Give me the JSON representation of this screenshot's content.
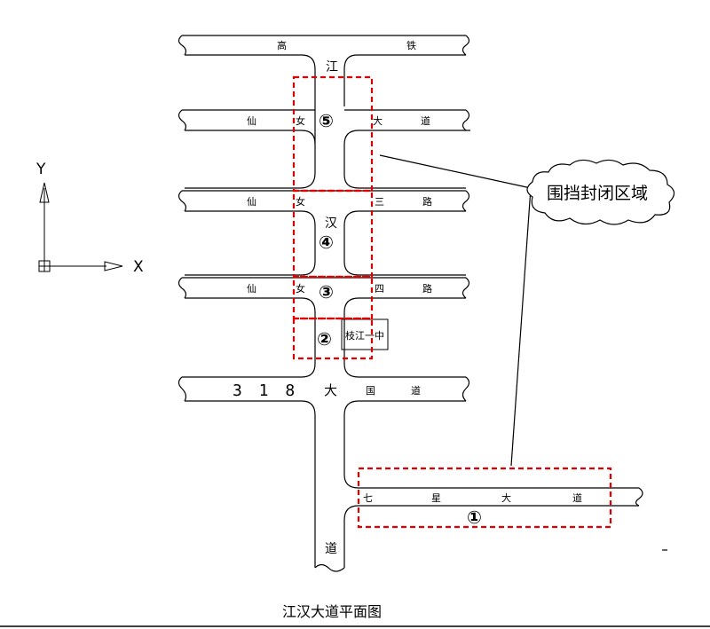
{
  "title": "江汉大道平面图",
  "callout": "围挡封闭区域",
  "axes": {
    "y_label": "Y",
    "x_label": "X"
  },
  "roads": {
    "r1_left": "高",
    "r1_right": "铁",
    "jiang_label": "江",
    "r2_left1": "仙",
    "r2_left2": "女",
    "r2_right1": "大",
    "r2_right2": "道",
    "r3_left1": "仙",
    "r3_left2": "女",
    "han_label": "汉",
    "r3_right1": "三",
    "r3_right2": "路",
    "r4_left1": "仙",
    "r4_left2": "女",
    "r4_right1": "四",
    "r4_right2": "路",
    "r5_digits": "3 1 8",
    "r5_mid": "大",
    "r5_right1": "国",
    "r5_right2": "道",
    "r6_1": "七",
    "r6_2": "星",
    "r6_3": "大",
    "r6_4": "道",
    "dao_bottom": "道"
  },
  "school": "枝江一中",
  "zones": [
    "①",
    "②",
    "③",
    "④",
    "⑤"
  ],
  "colors": {
    "zone": "#e00000",
    "lines": "#000000"
  }
}
